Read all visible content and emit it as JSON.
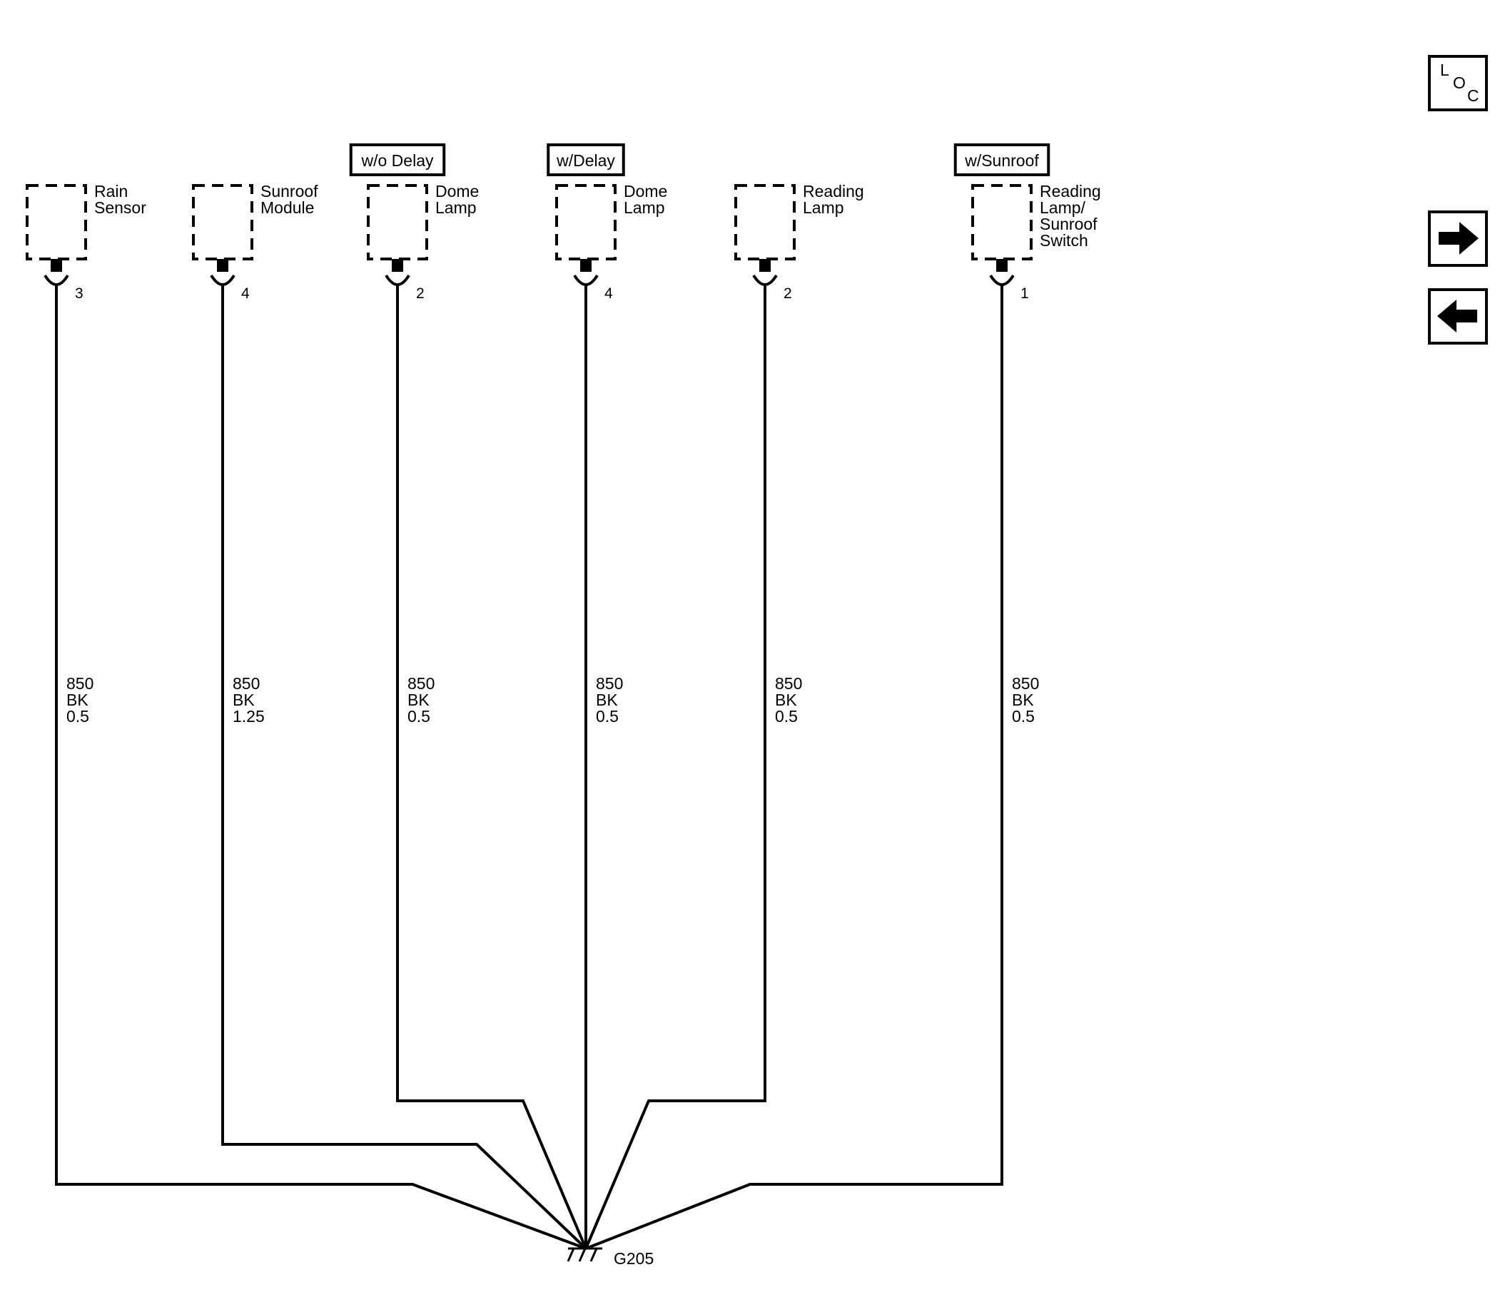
{
  "components": [
    {
      "id": "rain-sensor",
      "label_lines": [
        "Rain",
        "Sensor"
      ],
      "pin": "3",
      "option": "",
      "wire": {
        "circuit": "850",
        "color": "BK",
        "gauge": "0.5"
      }
    },
    {
      "id": "sunroof-module",
      "label_lines": [
        "Sunroof",
        "Module"
      ],
      "pin": "4",
      "option": "",
      "wire": {
        "circuit": "850",
        "color": "BK",
        "gauge": "1.25"
      }
    },
    {
      "id": "dome-lamp-wo-delay",
      "label_lines": [
        "Dome",
        "Lamp"
      ],
      "pin": "2",
      "option": "w/o Delay",
      "wire": {
        "circuit": "850",
        "color": "BK",
        "gauge": "0.5"
      }
    },
    {
      "id": "dome-lamp-w-delay",
      "label_lines": [
        "Dome",
        "Lamp"
      ],
      "pin": "4",
      "option": "w/Delay",
      "wire": {
        "circuit": "850",
        "color": "BK",
        "gauge": "0.5"
      }
    },
    {
      "id": "reading-lamp",
      "label_lines": [
        "Reading",
        "Lamp"
      ],
      "pin": "2",
      "option": "",
      "wire": {
        "circuit": "850",
        "color": "BK",
        "gauge": "0.5"
      }
    },
    {
      "id": "reading-lamp-sunroof-switch",
      "label_lines": [
        "Reading",
        "Lamp/",
        "Sunroof",
        "Switch"
      ],
      "pin": "1",
      "option": "w/Sunroof",
      "wire": {
        "circuit": "850",
        "color": "BK",
        "gauge": "0.5"
      }
    }
  ],
  "ground": {
    "label": "G205"
  },
  "nav": {
    "loc": {
      "l": "L",
      "o": "O",
      "c": "C"
    },
    "next_icon": "arrow-right-icon",
    "prev_icon": "arrow-left-icon"
  }
}
